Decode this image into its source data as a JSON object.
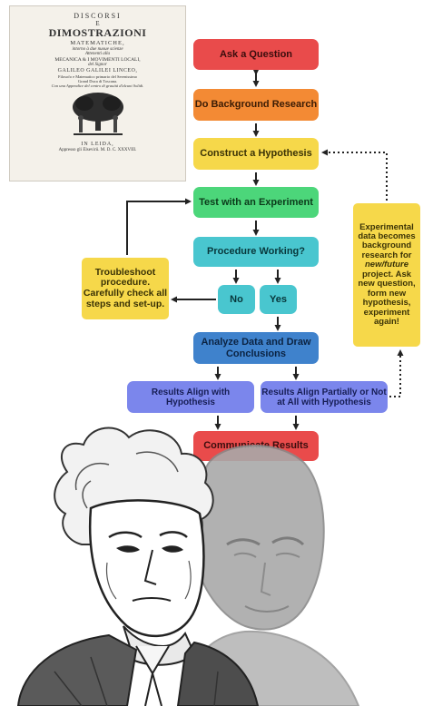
{
  "title_page": {
    "line1": "DISCORSI",
    "line2": "E",
    "line3": "DIMOSTRAZIONI",
    "line4": "MATEMATICHE,",
    "line5": "intorno à due nuoue scienze",
    "line6": "Attenenti alla",
    "line7": "MECANICA & I MOVIMENTI LOCALI,",
    "line8": "del Signor",
    "line9": "GALILEO GALILEI LINCEO,",
    "line10": "Filosofo e Matematico primario del Serenissimo",
    "line11": "Grand Duca di Toscana.",
    "line12": "Con una Appendice del centro di grauità d'alcuni Solidi.",
    "line13": "IN LEIDA,",
    "line14": "Appresso gli Elsevirii. M. D. C. XXXVIII."
  },
  "flowchart": {
    "ask": "Ask a Question",
    "background": "Do Background Research",
    "hypothesis": "Construct a Hypothesis",
    "test": "Test with an Experiment",
    "procedure": "Procedure Working?",
    "no": "No",
    "yes": "Yes",
    "troubleshoot": "Troubleshoot procedure. Carefully check all steps and set-up.",
    "analyze": "Analyze Data and Draw Conclusions",
    "align": "Results Align with Hypothesis",
    "partial": "Results Align Partially or Not at All with Hypothesis",
    "communicate": "Communicate Results",
    "experimental_a": "Experimental data becomes background research for",
    "experimental_b": "new/future",
    "experimental_c": "project. Ask new question, form new hypothesis, experiment again!"
  },
  "colors": {
    "red": "#e94b4b",
    "orange": "#f38a34",
    "yellow": "#f6d84a",
    "green": "#4cd67a",
    "teal": "#49c6cf",
    "blue": "#3f82cc",
    "violet": "#7b86ec"
  },
  "illustration": {
    "front_figure": "wojak-sketch-of-older-man",
    "back_figure": "faded-gray-bald-figure"
  }
}
